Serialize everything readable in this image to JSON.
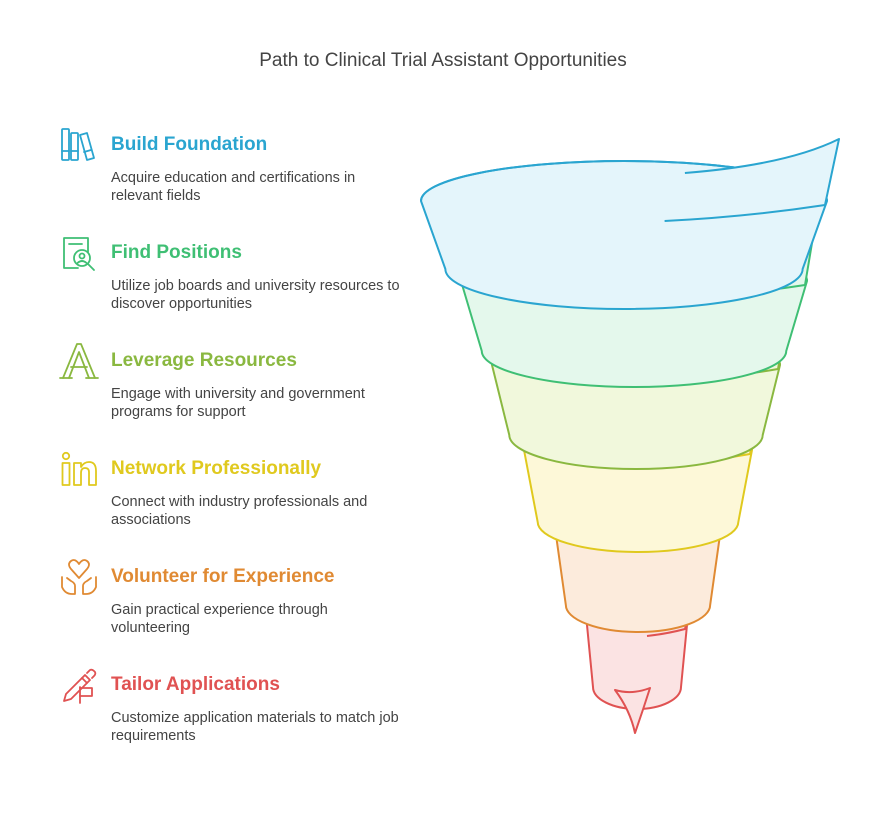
{
  "title": "Path to Clinical Trial Assistant Opportunities",
  "steps": [
    {
      "title": "Build Foundation",
      "description": "Acquire education and certifications in relevant fields",
      "icon": "books-icon",
      "color": "#2aa5d0",
      "fill": "#e4f5fb"
    },
    {
      "title": "Find Positions",
      "description": "Utilize job boards and university resources to discover opportunities",
      "icon": "job-search-icon",
      "color": "#3fbf74",
      "fill": "#e4f8ec"
    },
    {
      "title": "Leverage Resources",
      "description": "Engage with university and government programs for support",
      "icon": "letter-a-icon",
      "color": "#8ab840",
      "fill": "#f1f8dc"
    },
    {
      "title": "Network Professionally",
      "description": "Connect with industry professionals and associations",
      "icon": "linkedin-icon",
      "color": "#e0c91e",
      "fill": "#fdf8d8"
    },
    {
      "title": "Volunteer for Experience",
      "description": "Gain practical experience through volunteering",
      "icon": "heart-hands-icon",
      "color": "#e08a33",
      "fill": "#fcebdc"
    },
    {
      "title": "Tailor Applications",
      "description": "Customize application materials to match job requirements",
      "icon": "pen-flag-icon",
      "color": "#e05252",
      "fill": "#fbe3e3"
    }
  ]
}
